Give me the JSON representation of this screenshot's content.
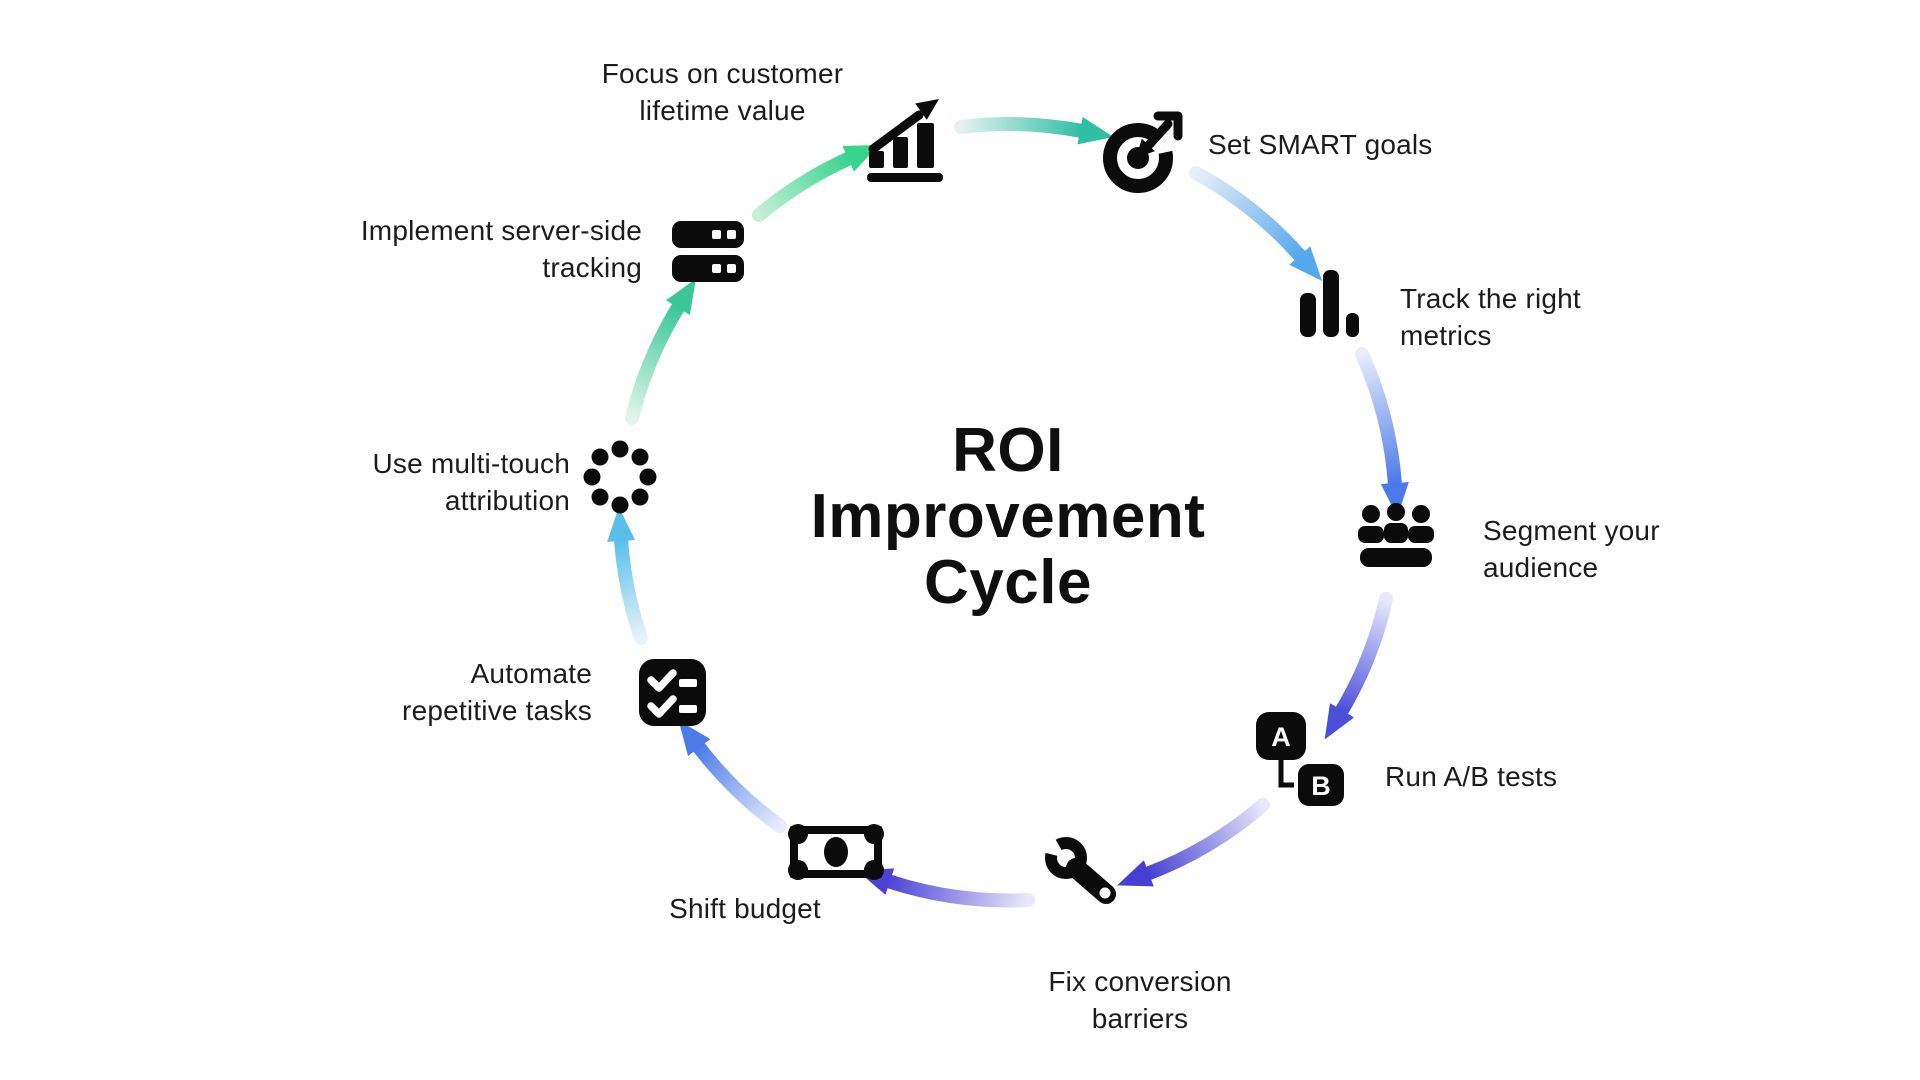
{
  "diagram": {
    "title": "ROI\nImprovement\nCycle",
    "background": "#ffffff",
    "text_color": "#1c1c1c",
    "icon_color": "#0b0b0b",
    "steps": [
      {
        "id": "focus-clv",
        "label": "Focus on customer\nlifetime value",
        "icon": "growth-chart-icon"
      },
      {
        "id": "set-smart-goals",
        "label": "Set SMART goals",
        "icon": "target-dart-icon"
      },
      {
        "id": "track-metrics",
        "label": "Track the right\nmetrics",
        "icon": "bar-chart-icon"
      },
      {
        "id": "segment-audience",
        "label": "Segment your\naudience",
        "icon": "audience-icon"
      },
      {
        "id": "run-ab-tests",
        "label": "Run A/B tests",
        "icon": "ab-test-icon",
        "icon_letters": [
          "A",
          "B"
        ]
      },
      {
        "id": "fix-conversion",
        "label": "Fix conversion\nbarriers",
        "icon": "wrench-icon"
      },
      {
        "id": "shift-budget",
        "label": "Shift budget",
        "icon": "money-icon"
      },
      {
        "id": "automate-tasks",
        "label": "Automate\nrepetitive tasks",
        "icon": "checklist-icon"
      },
      {
        "id": "multi-touch",
        "label": "Use multi-touch\nattribution",
        "icon": "dotted-circle-icon"
      },
      {
        "id": "server-side",
        "label": "Implement server-side\ntracking",
        "icon": "server-icon"
      }
    ],
    "arrows": [
      {
        "from": "focus-clv",
        "to": "set-smart-goals",
        "tail": "#e3f2ef",
        "head": "#2fbfa3"
      },
      {
        "from": "set-smart-goals",
        "to": "track-metrics",
        "tail": "#e9eef9",
        "head": "#55a8ec"
      },
      {
        "from": "track-metrics",
        "to": "segment-audience",
        "tail": "#e9ecfa",
        "head": "#4b79e8"
      },
      {
        "from": "segment-audience",
        "to": "run-ab-tests",
        "tail": "#e9e9fb",
        "head": "#4a4fd9"
      },
      {
        "from": "run-ab-tests",
        "to": "fix-conversion",
        "tail": "#eae8fb",
        "head": "#473fd1"
      },
      {
        "from": "fix-conversion",
        "to": "shift-budget",
        "tail": "#eae8fb",
        "head": "#4c43d6"
      },
      {
        "from": "shift-budget",
        "to": "automate-tasks",
        "tail": "#e9edfb",
        "head": "#4b7ae9"
      },
      {
        "from": "automate-tasks",
        "to": "multi-touch",
        "tail": "#e7f2fa",
        "head": "#58bfe9"
      },
      {
        "from": "multi-touch",
        "to": "server-side",
        "tail": "#e2f4ec",
        "head": "#38c795"
      },
      {
        "from": "server-side",
        "to": "focus-clv",
        "tail": "#c4efd9",
        "head": "#38d38d"
      }
    ]
  }
}
